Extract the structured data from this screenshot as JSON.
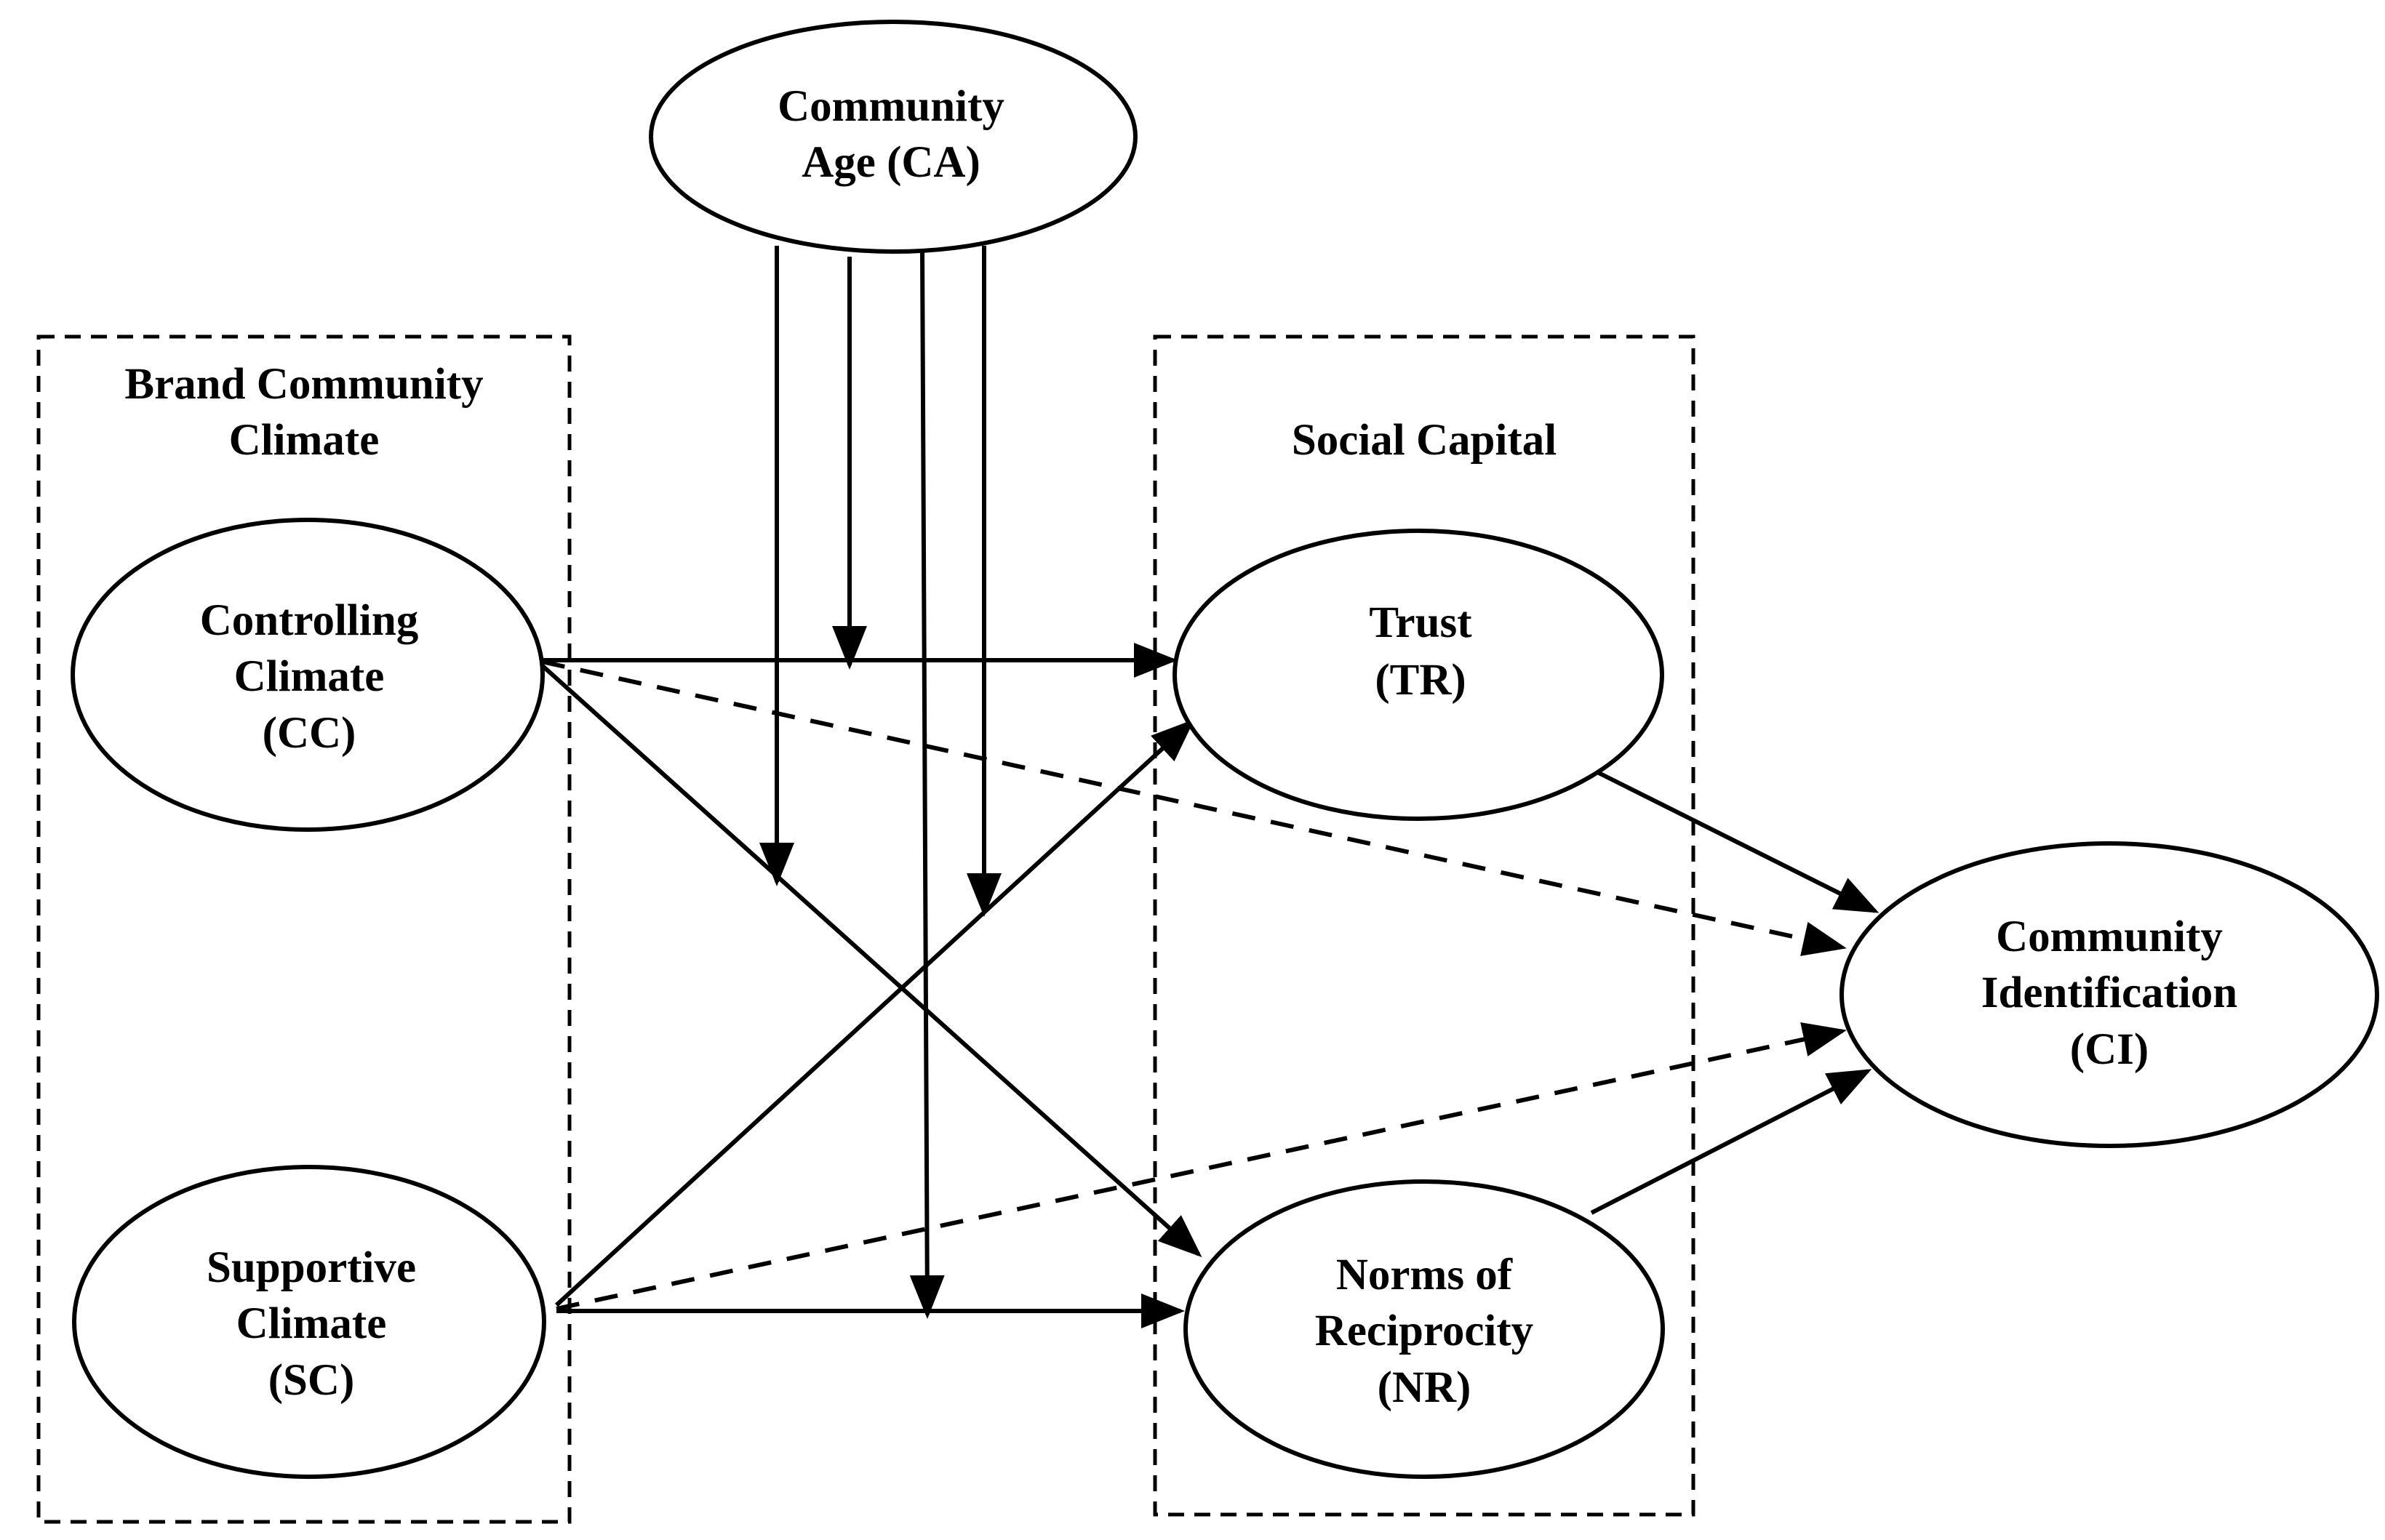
{
  "groups": {
    "brand_climate": {
      "line1": "Brand Community",
      "line2": "Climate"
    },
    "social_capital": {
      "line1": "Social Capital"
    }
  },
  "nodes": {
    "ca": {
      "line1": "Community",
      "line2": "Age (CA)"
    },
    "cc": {
      "line1": "Controlling",
      "line2": "Climate",
      "line3": "(CC)"
    },
    "sc": {
      "line1": "Supportive",
      "line2": "Climate",
      "line3": "(SC)"
    },
    "tr": {
      "line1": "Trust",
      "line2": "(TR)"
    },
    "nr": {
      "line1": "Norms of",
      "line2": "Reciprocity",
      "line3": "(NR)"
    },
    "ci": {
      "line1": "Community",
      "line2": "Identification",
      "line3": "(CI)"
    }
  },
  "edges": [
    {
      "from": "CC",
      "to": "TR",
      "style": "solid"
    },
    {
      "from": "CC",
      "to": "NR",
      "style": "solid"
    },
    {
      "from": "CC",
      "to": "CI",
      "style": "dashed"
    },
    {
      "from": "SC",
      "to": "TR",
      "style": "solid"
    },
    {
      "from": "SC",
      "to": "NR",
      "style": "solid"
    },
    {
      "from": "SC",
      "to": "CI",
      "style": "dashed"
    },
    {
      "from": "TR",
      "to": "CI",
      "style": "solid"
    },
    {
      "from": "NR",
      "to": "CI",
      "style": "solid"
    },
    {
      "from": "CA",
      "to": "CC-TR",
      "style": "solid"
    },
    {
      "from": "CA",
      "to": "CC-NR",
      "style": "solid"
    },
    {
      "from": "CA",
      "to": "SC-TR",
      "style": "solid"
    },
    {
      "from": "CA",
      "to": "SC-NR",
      "style": "solid"
    }
  ]
}
